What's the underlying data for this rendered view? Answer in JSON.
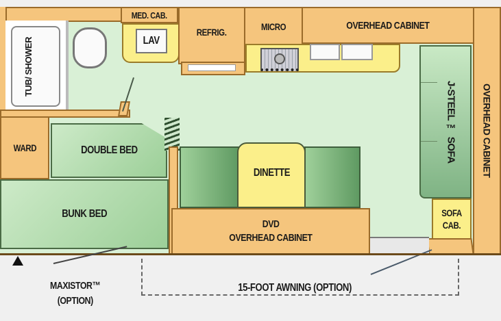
{
  "floorplan": {
    "colors": {
      "cabinet": "#f5c57d",
      "floor": "#d9f0d6",
      "bed": "#a8d5a3",
      "counter": "#fbef8a",
      "background": "#f0f0f0"
    },
    "rooms": {
      "tub_shower": "TUB/ SHOWER",
      "med_cab": "MED. CAB.",
      "lav": "LAV",
      "refrig": "REFRIG.",
      "micro": "MICRO",
      "overhead_cabinet_top": "OVERHEAD CABINET",
      "overhead_cabinet_right": "OVERHEAD CABINET",
      "sofa": "J-STEEL ™ SOFA",
      "sofa_cab": "SOFA CAB.",
      "ward": "WARD",
      "double_bed": "DOUBLE BED",
      "bunk_bed": "BUNK BED",
      "dinette": "DINETTE",
      "dvd": "DVD",
      "overhead_cabinet_bottom": "OVERHEAD CABINET"
    },
    "annotations": {
      "maxistor": "MAXISTOR™",
      "maxistor_option": "(OPTION)",
      "awning": "15-FOOT AWNING (OPTION)"
    }
  }
}
